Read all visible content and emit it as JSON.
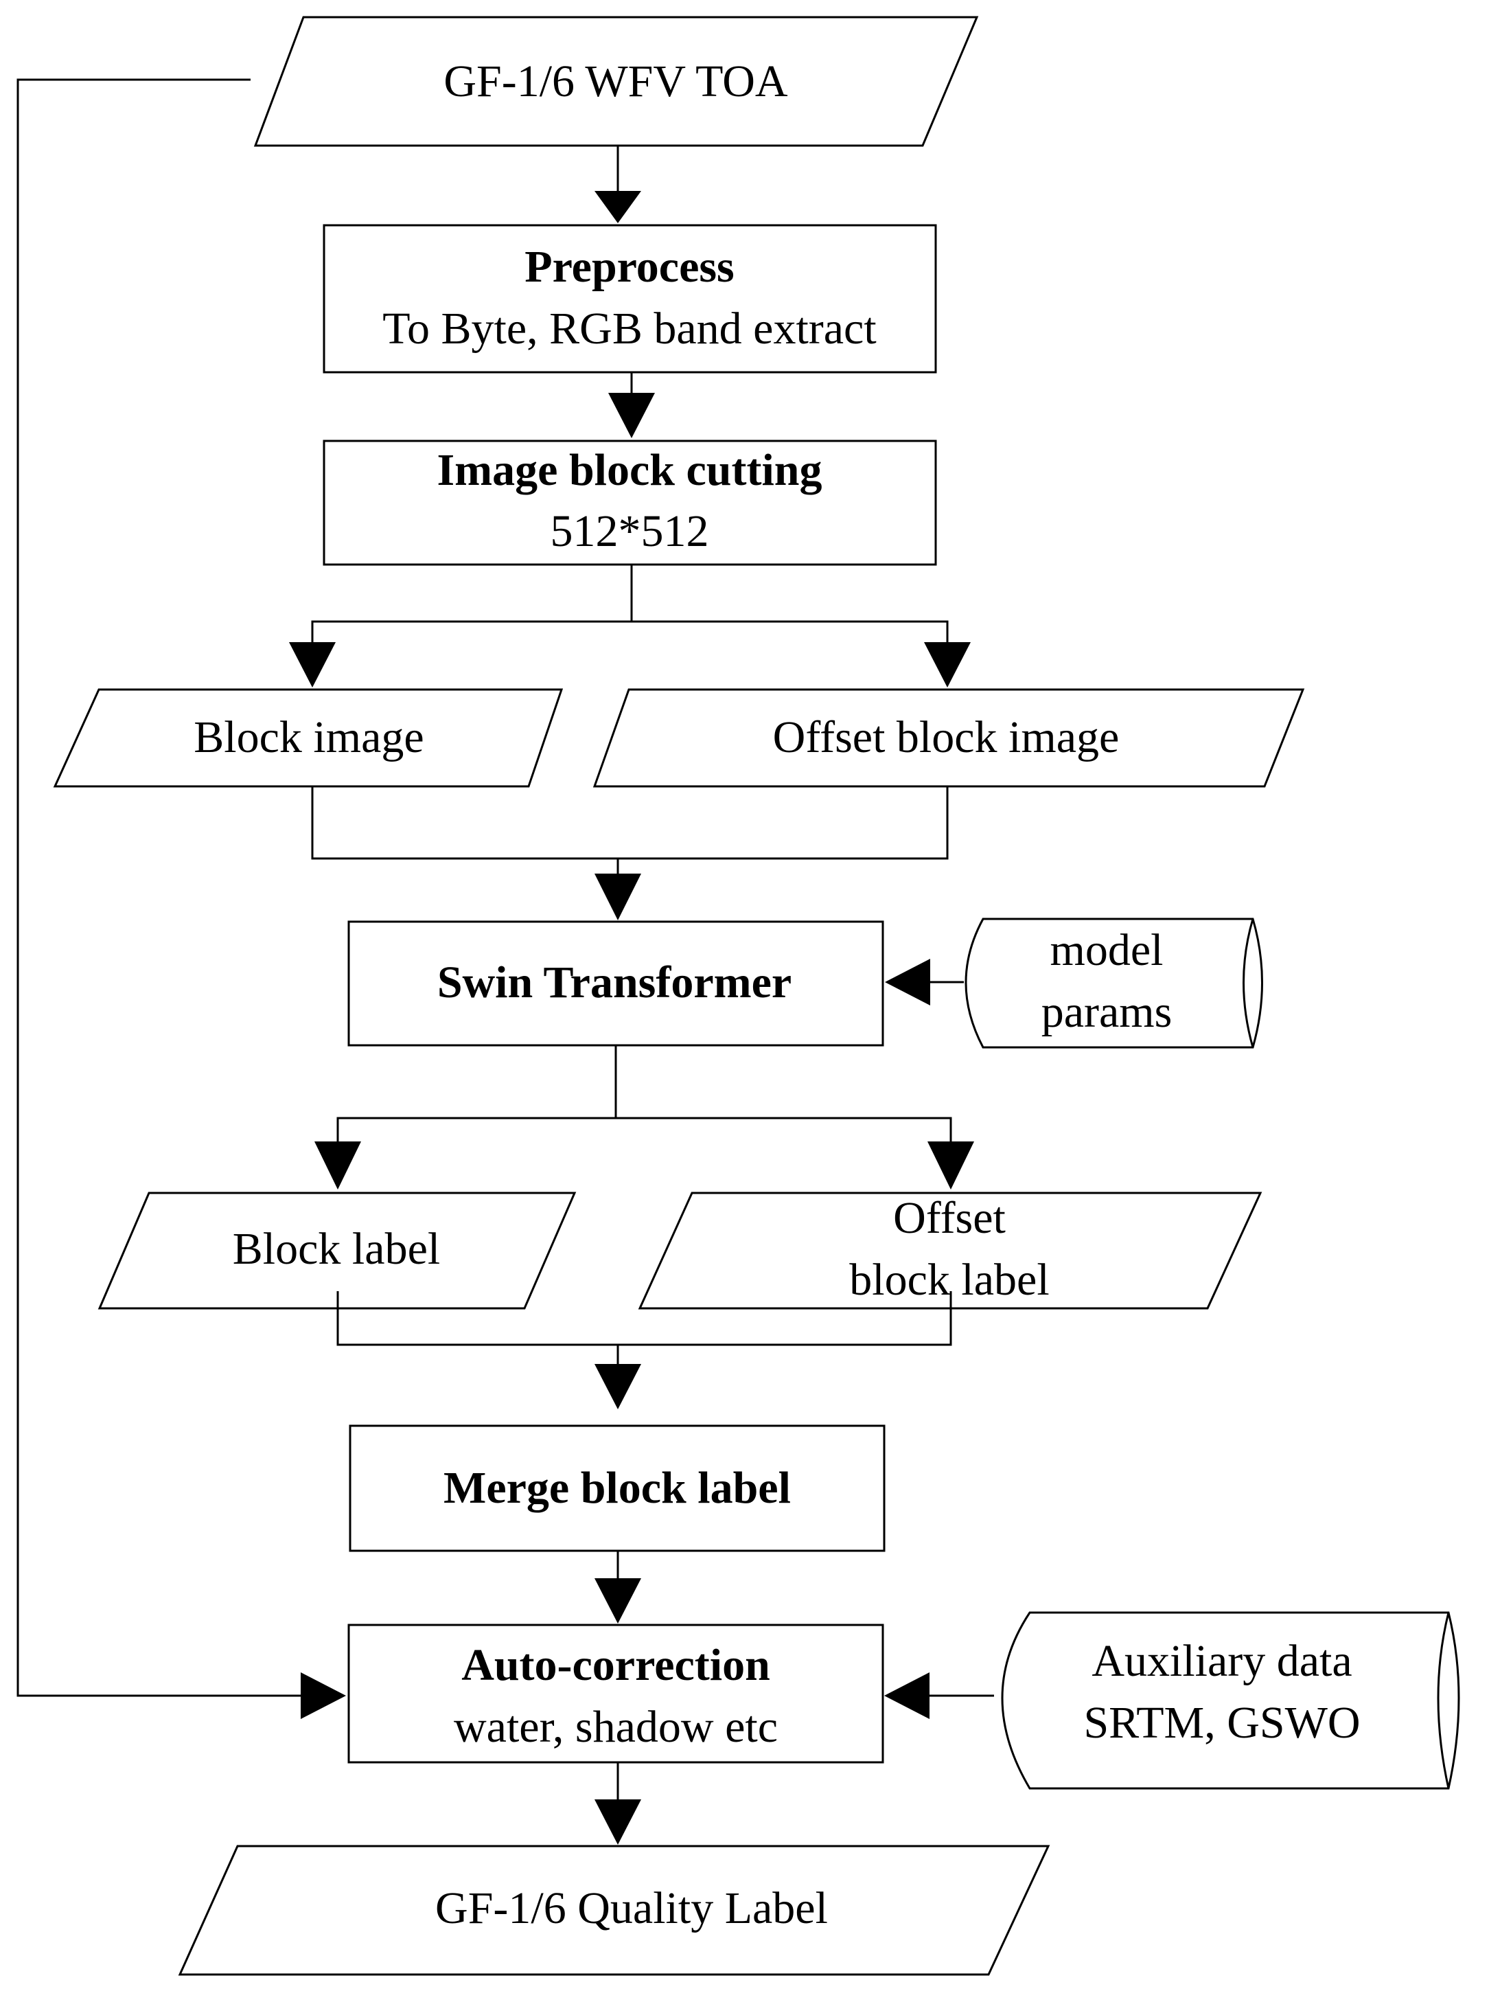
{
  "nodes": {
    "input_toa": {
      "text": "GF-1/6 WFV TOA"
    },
    "preprocess": {
      "title": "Preprocess",
      "subtitle": "To Byte, RGB band extract"
    },
    "block_cutting": {
      "title": "Image block cutting",
      "subtitle": "512*512"
    },
    "block_image": {
      "text": "Block image"
    },
    "offset_block_image": {
      "text": "Offset block image"
    },
    "swin_transformer": {
      "title": "Swin Transformer"
    },
    "model_params": {
      "line1": "model",
      "line2": "params"
    },
    "block_label": {
      "text": "Block label"
    },
    "offset_block_label": {
      "line1": "Offset",
      "line2": "block label"
    },
    "merge_block_label": {
      "title": "Merge block label"
    },
    "auto_correction": {
      "title": "Auto-correction",
      "subtitle": "water, shadow etc"
    },
    "auxiliary_data": {
      "line1": "Auxiliary data",
      "line2": "SRTM, GSWO"
    },
    "quality_label": {
      "text": "GF-1/6 Quality Label"
    }
  }
}
